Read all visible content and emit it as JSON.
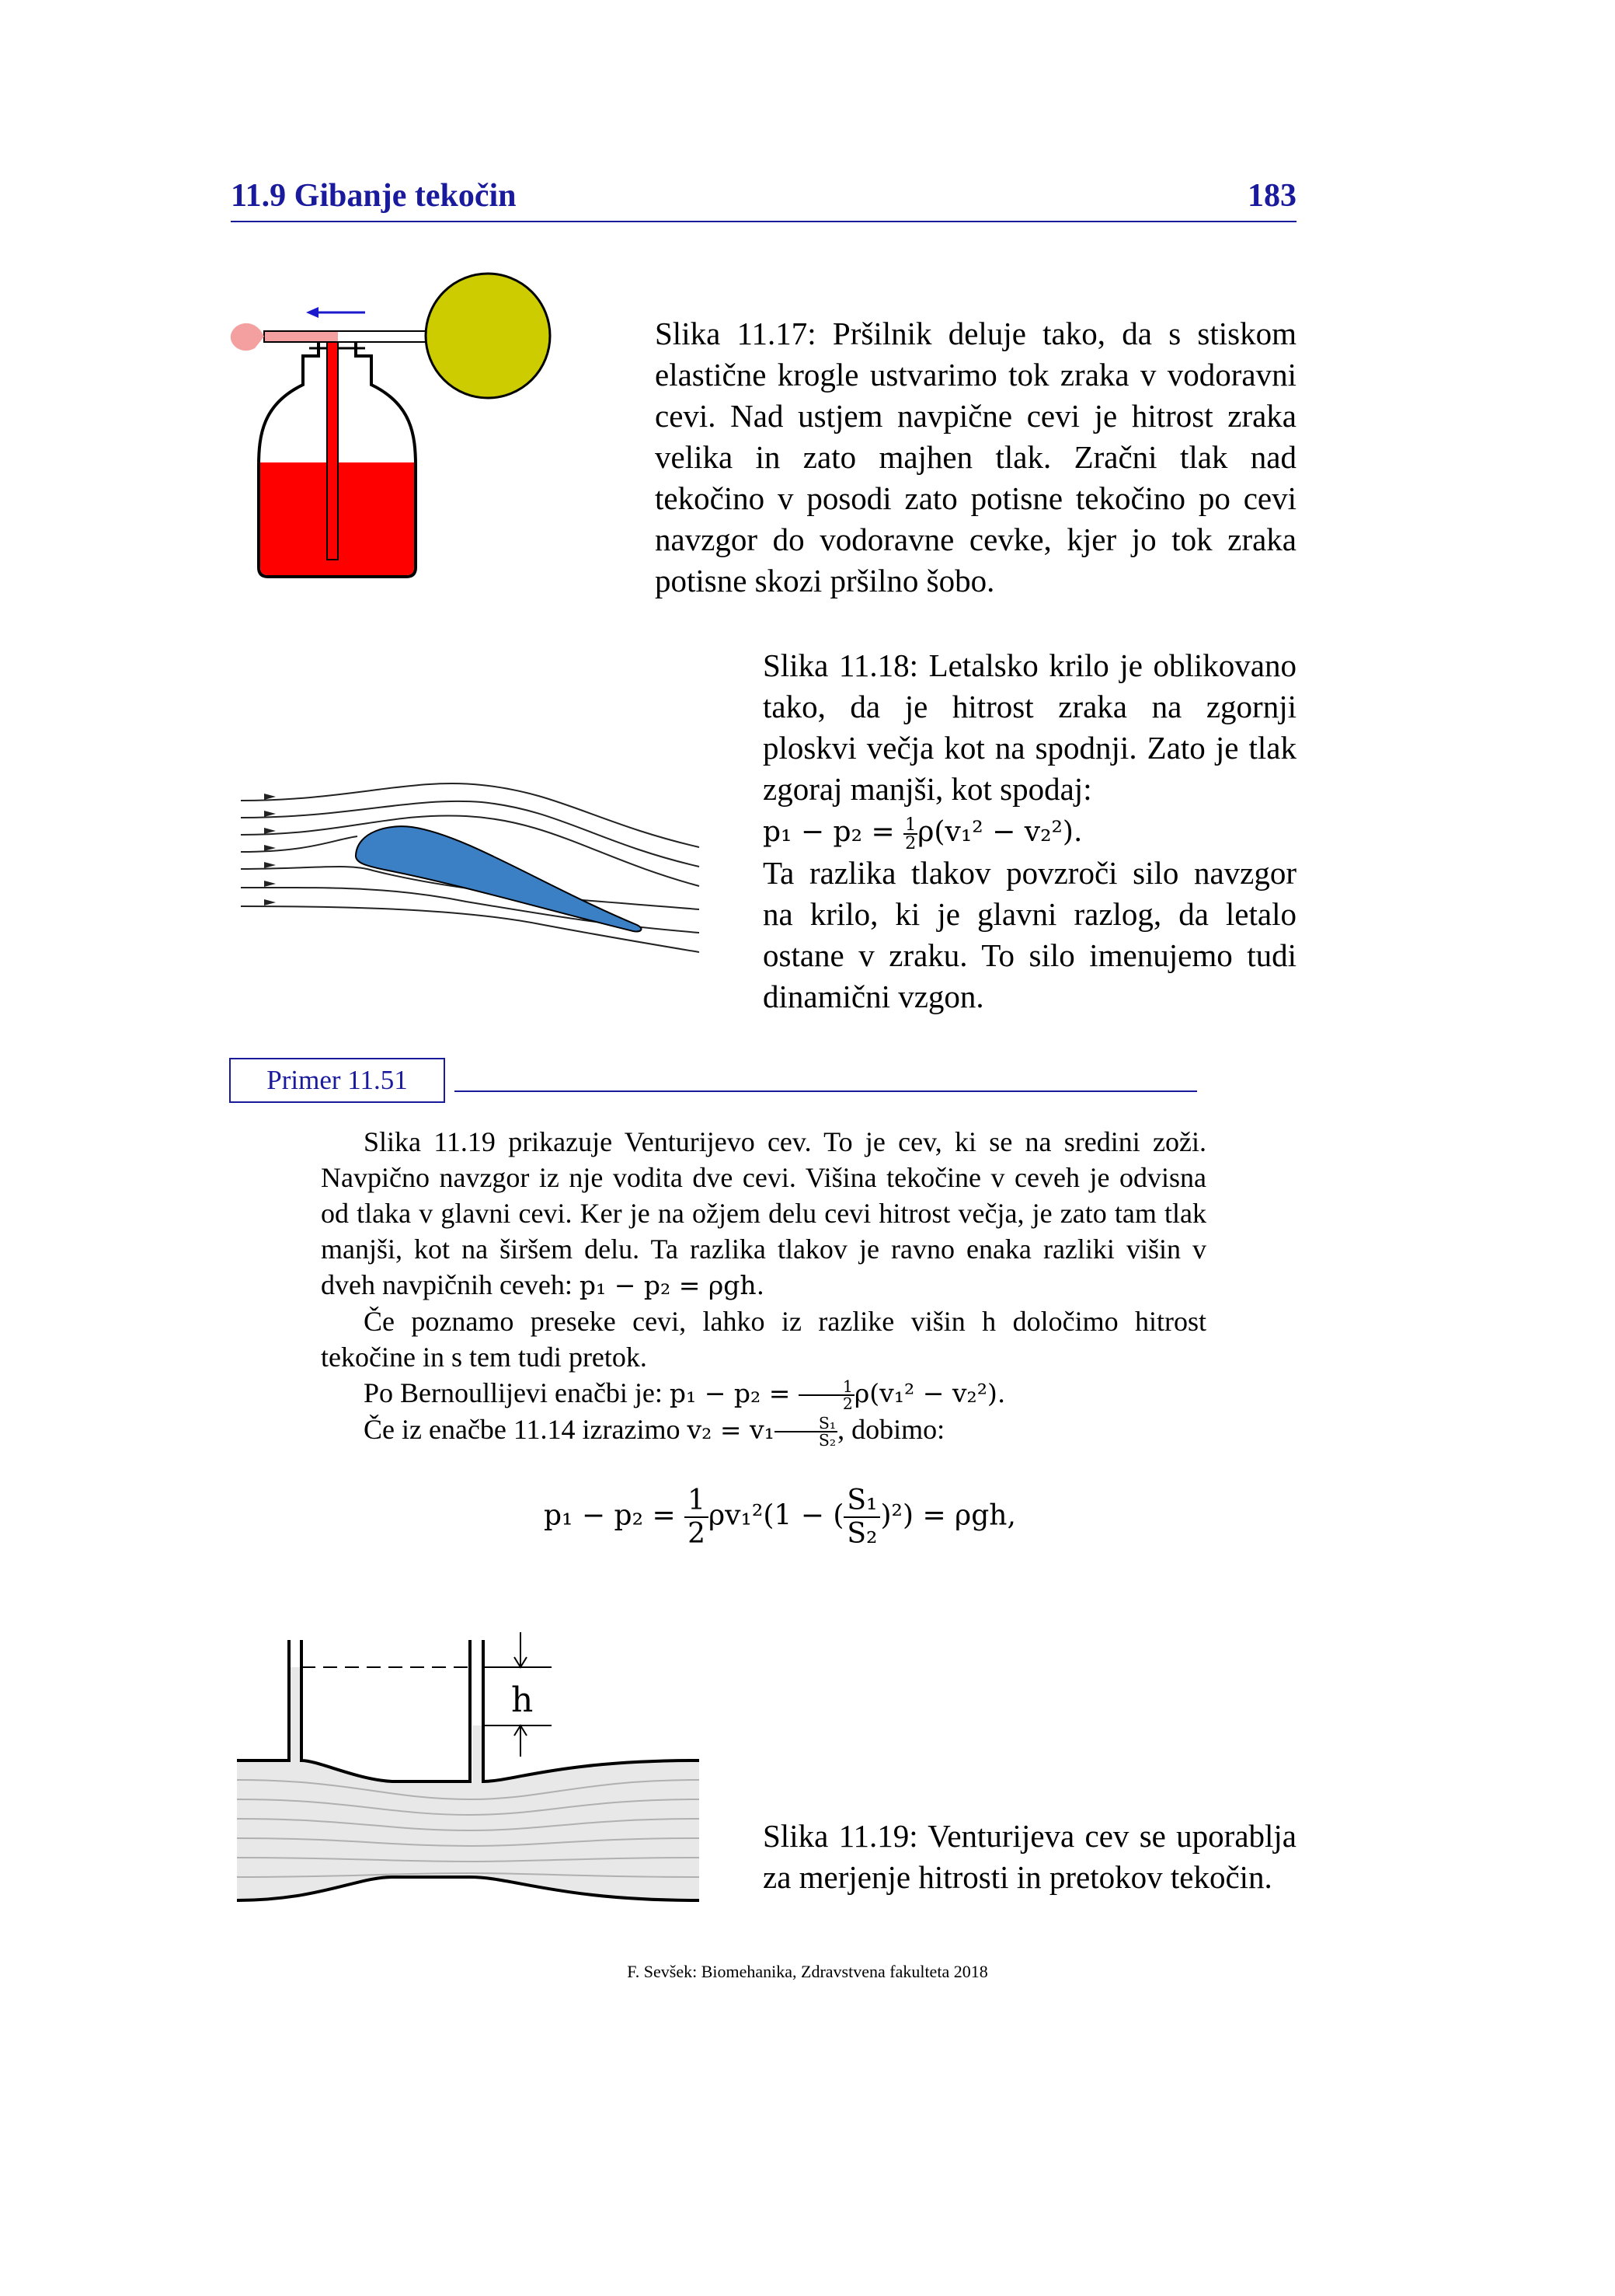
{
  "header": {
    "section": "11.9 Gibanje tekočin",
    "page_number": "183"
  },
  "figure_17": {
    "caption": "Slika 11.17: Pršilnik deluje tako, da s stiskom elastične krogle ustvarimo tok zraka v vodoravni cevi. Nad ustjem navpične cevi je hitrost zraka velika in zato majhen tlak. Zračni tlak nad tekočino v posodi zato potisne tekočino po cevi navzgor do vodoravne cevke, kjer jo tok zraka potisne skozi pršilno šobo.",
    "colors": {
      "bulb": "#cccc00",
      "liquid": "#ff0000",
      "nozzle": "#f4a0a0",
      "arrow": "#1a1acc"
    }
  },
  "figure_18": {
    "caption_intro": "Slika 11.18: Letalsko krilo je oblikovano tako, da je hitrost zraka na zgornji ploskvi večja kot na spodnji. Zato je tlak zgoraj manjši, kot spodaj:",
    "eq_lhs": "p₁ − p₂ = ",
    "eq_frac_num": "1",
    "eq_frac_den": "2",
    "eq_rhs": "ρ(v₁² − v₂²).",
    "caption_outro": "Ta razlika tlakov povzroči silo navzgor na krilo, ki je glavni razlog, da letalo ostane v zraku. To silo imenujemo tudi dinamični vzgon.",
    "colors": {
      "wing": "#3b7fc4"
    }
  },
  "example": {
    "label": "Primer 11.51",
    "p1": "Slika 11.19 prikazuje Venturijevo cev. To je cev, ki se na sredini zoži. Navpično navzgor iz nje vodita dve cevi. Višina tekočine v ceveh je odvisna od tlaka v glavni cevi. Ker je na ožjem delu cevi hitrost večja, je zato tam tlak manjši, kot na širšem delu. Ta razlika tlakov je ravno enaka razliki višin v dveh navpičnih ceveh: ",
    "p1_math": "p₁ − p₂ = ρgh.",
    "p2": "Če poznamo preseke cevi, lahko iz razlike višin h določimo hitrost tekočine in s tem tudi pretok.",
    "p3_text": "Po Bernoullijevi enačbi je: ",
    "p3_lhs": "p₁ − p₂ = ",
    "p3_frac_num": "1",
    "p3_frac_den": "2",
    "p3_rhs": "ρ(v₁² − v₂²).",
    "p4_text": "Če iz enačbe 11.14 izrazimo ",
    "p4_math": "v₂ = v₁",
    "p4_frac_num": "S₁",
    "p4_frac_den": "S₂",
    "p4_end": ", dobimo:",
    "display_lhs": "p₁ − p₂ = ",
    "display_frac_num": "1",
    "display_frac_den": "2",
    "display_mid": "ρv₁²(1 − (",
    "display_frac2_num": "S₁",
    "display_frac2_den": "S₂",
    "display_end": ")²) = ρgh,"
  },
  "figure_19": {
    "h_label": "h",
    "caption": "Slika 11.19: Venturijeva cev se uporablja za merjenje hitrosti in pretokov tekočin."
  },
  "footer": "F. Sevšek: Biomehanika, Zdravstvena fakulteta 2018"
}
